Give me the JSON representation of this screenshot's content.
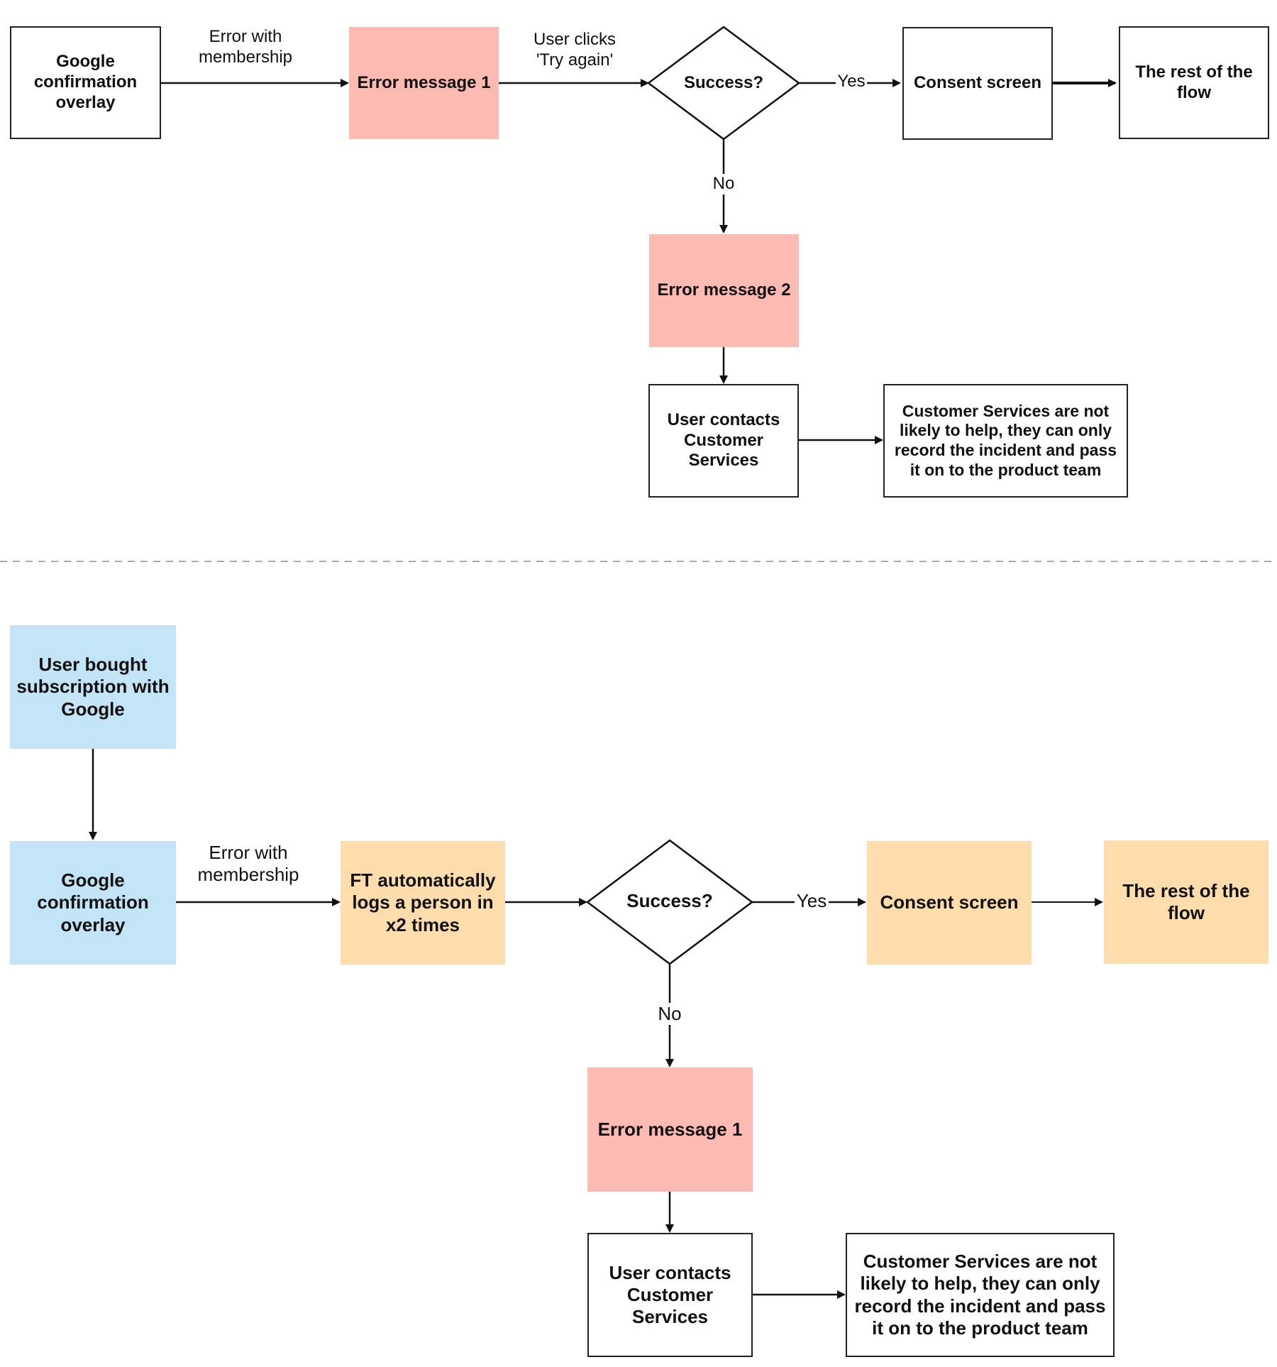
{
  "top": {
    "google_overlay": "Google confirmation overlay",
    "edge_error": "Error with membership",
    "error1": "Error message 1",
    "edge_try": "User clicks 'Try again'",
    "success": "Success?",
    "yes": "Yes",
    "no": "No",
    "consent": "Consent screen",
    "rest": "The rest of the flow",
    "error2": "Error message 2",
    "contact": "User contacts Customer Services",
    "cs_note": "Customer Services are not likely to help, they can only record the incident and pass it on to the product team"
  },
  "bottom": {
    "bought": "User bought subscription with Google",
    "google_overlay": "Google confirmation overlay",
    "edge_error": "Error with membership",
    "ft_logs": "FT automatically logs a person in x2 times",
    "success": "Success?",
    "yes": "Yes",
    "no": "No",
    "consent": "Consent screen",
    "rest": "The rest of the flow",
    "error1": "Error message 1",
    "contact": "User contacts Customer Services",
    "cs_note": "Customer Services are not likely to help, they can only record the incident and pass it on to the product team"
  },
  "colors": {
    "error": "#fdbab2",
    "google": "#c3e4f6",
    "ft_flow": "#fedcab",
    "line": "#111111",
    "divider": "#aaaaaa"
  }
}
